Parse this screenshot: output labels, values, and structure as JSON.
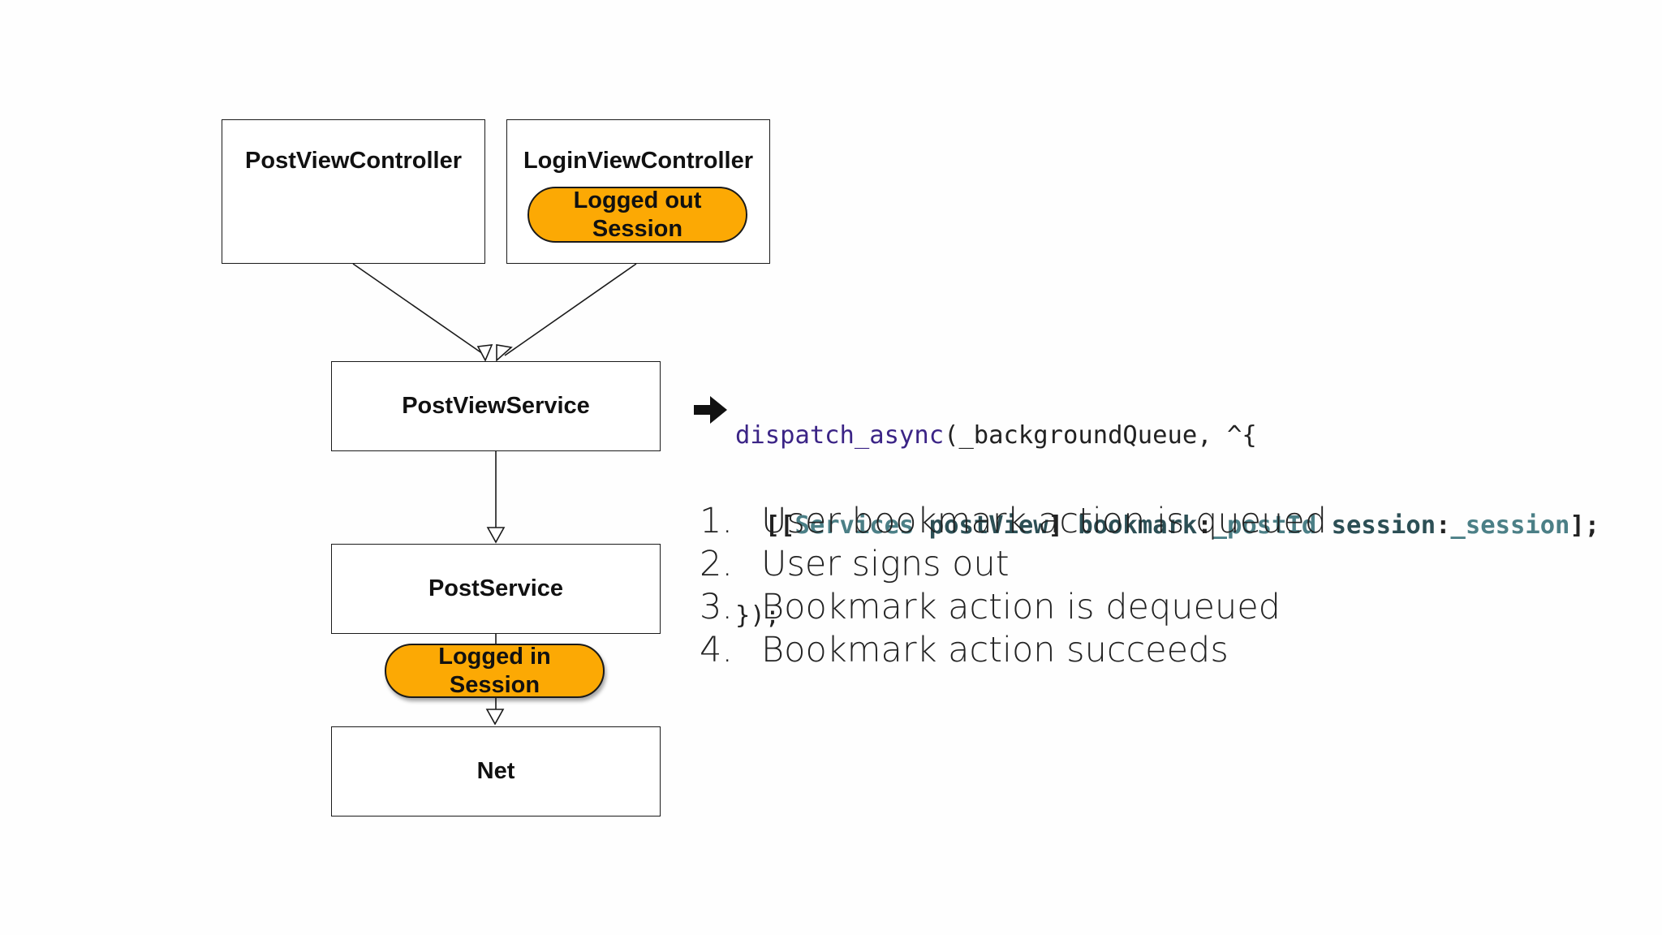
{
  "diagram": {
    "nodes": {
      "post_view_controller": "PostViewController",
      "login_view_controller": "LoginViewController",
      "post_view_service": "PostViewService",
      "post_service": "PostService",
      "net": "Net"
    },
    "badges": {
      "logged_out": [
        "Logged out",
        "Session"
      ],
      "logged_in": [
        "Logged in",
        "Session"
      ]
    },
    "colors": {
      "badge_fill": "#fca904",
      "code_purple": "#3b2486",
      "code_teal": "#4b7f86",
      "code_dark": "#2c4f55"
    }
  },
  "code": {
    "line1": {
      "fn": "dispatch_async",
      "rest": "(_backgroundQueue, ^{"
    },
    "line2": {
      "indent": "  ",
      "open": "[[",
      "cls": "Services",
      "sel1": "postView",
      "mid": "] ",
      "sel2": "bookmark",
      "colon1": ":",
      "arg1": "_postId",
      "sp": " ",
      "sel3": "session",
      "colon2": ":",
      "arg2": "_session",
      "close": "];"
    },
    "line3": "});"
  },
  "pointer_icon": "right-arrow-icon",
  "steps": [
    {
      "num": "1.",
      "text": "User bookmark action is queued"
    },
    {
      "num": "2.",
      "text": "User signs out"
    },
    {
      "num": "3.",
      "text": "Bookmark action is dequeued"
    },
    {
      "num": "4.",
      "text": "Bookmark action succeeds"
    }
  ]
}
